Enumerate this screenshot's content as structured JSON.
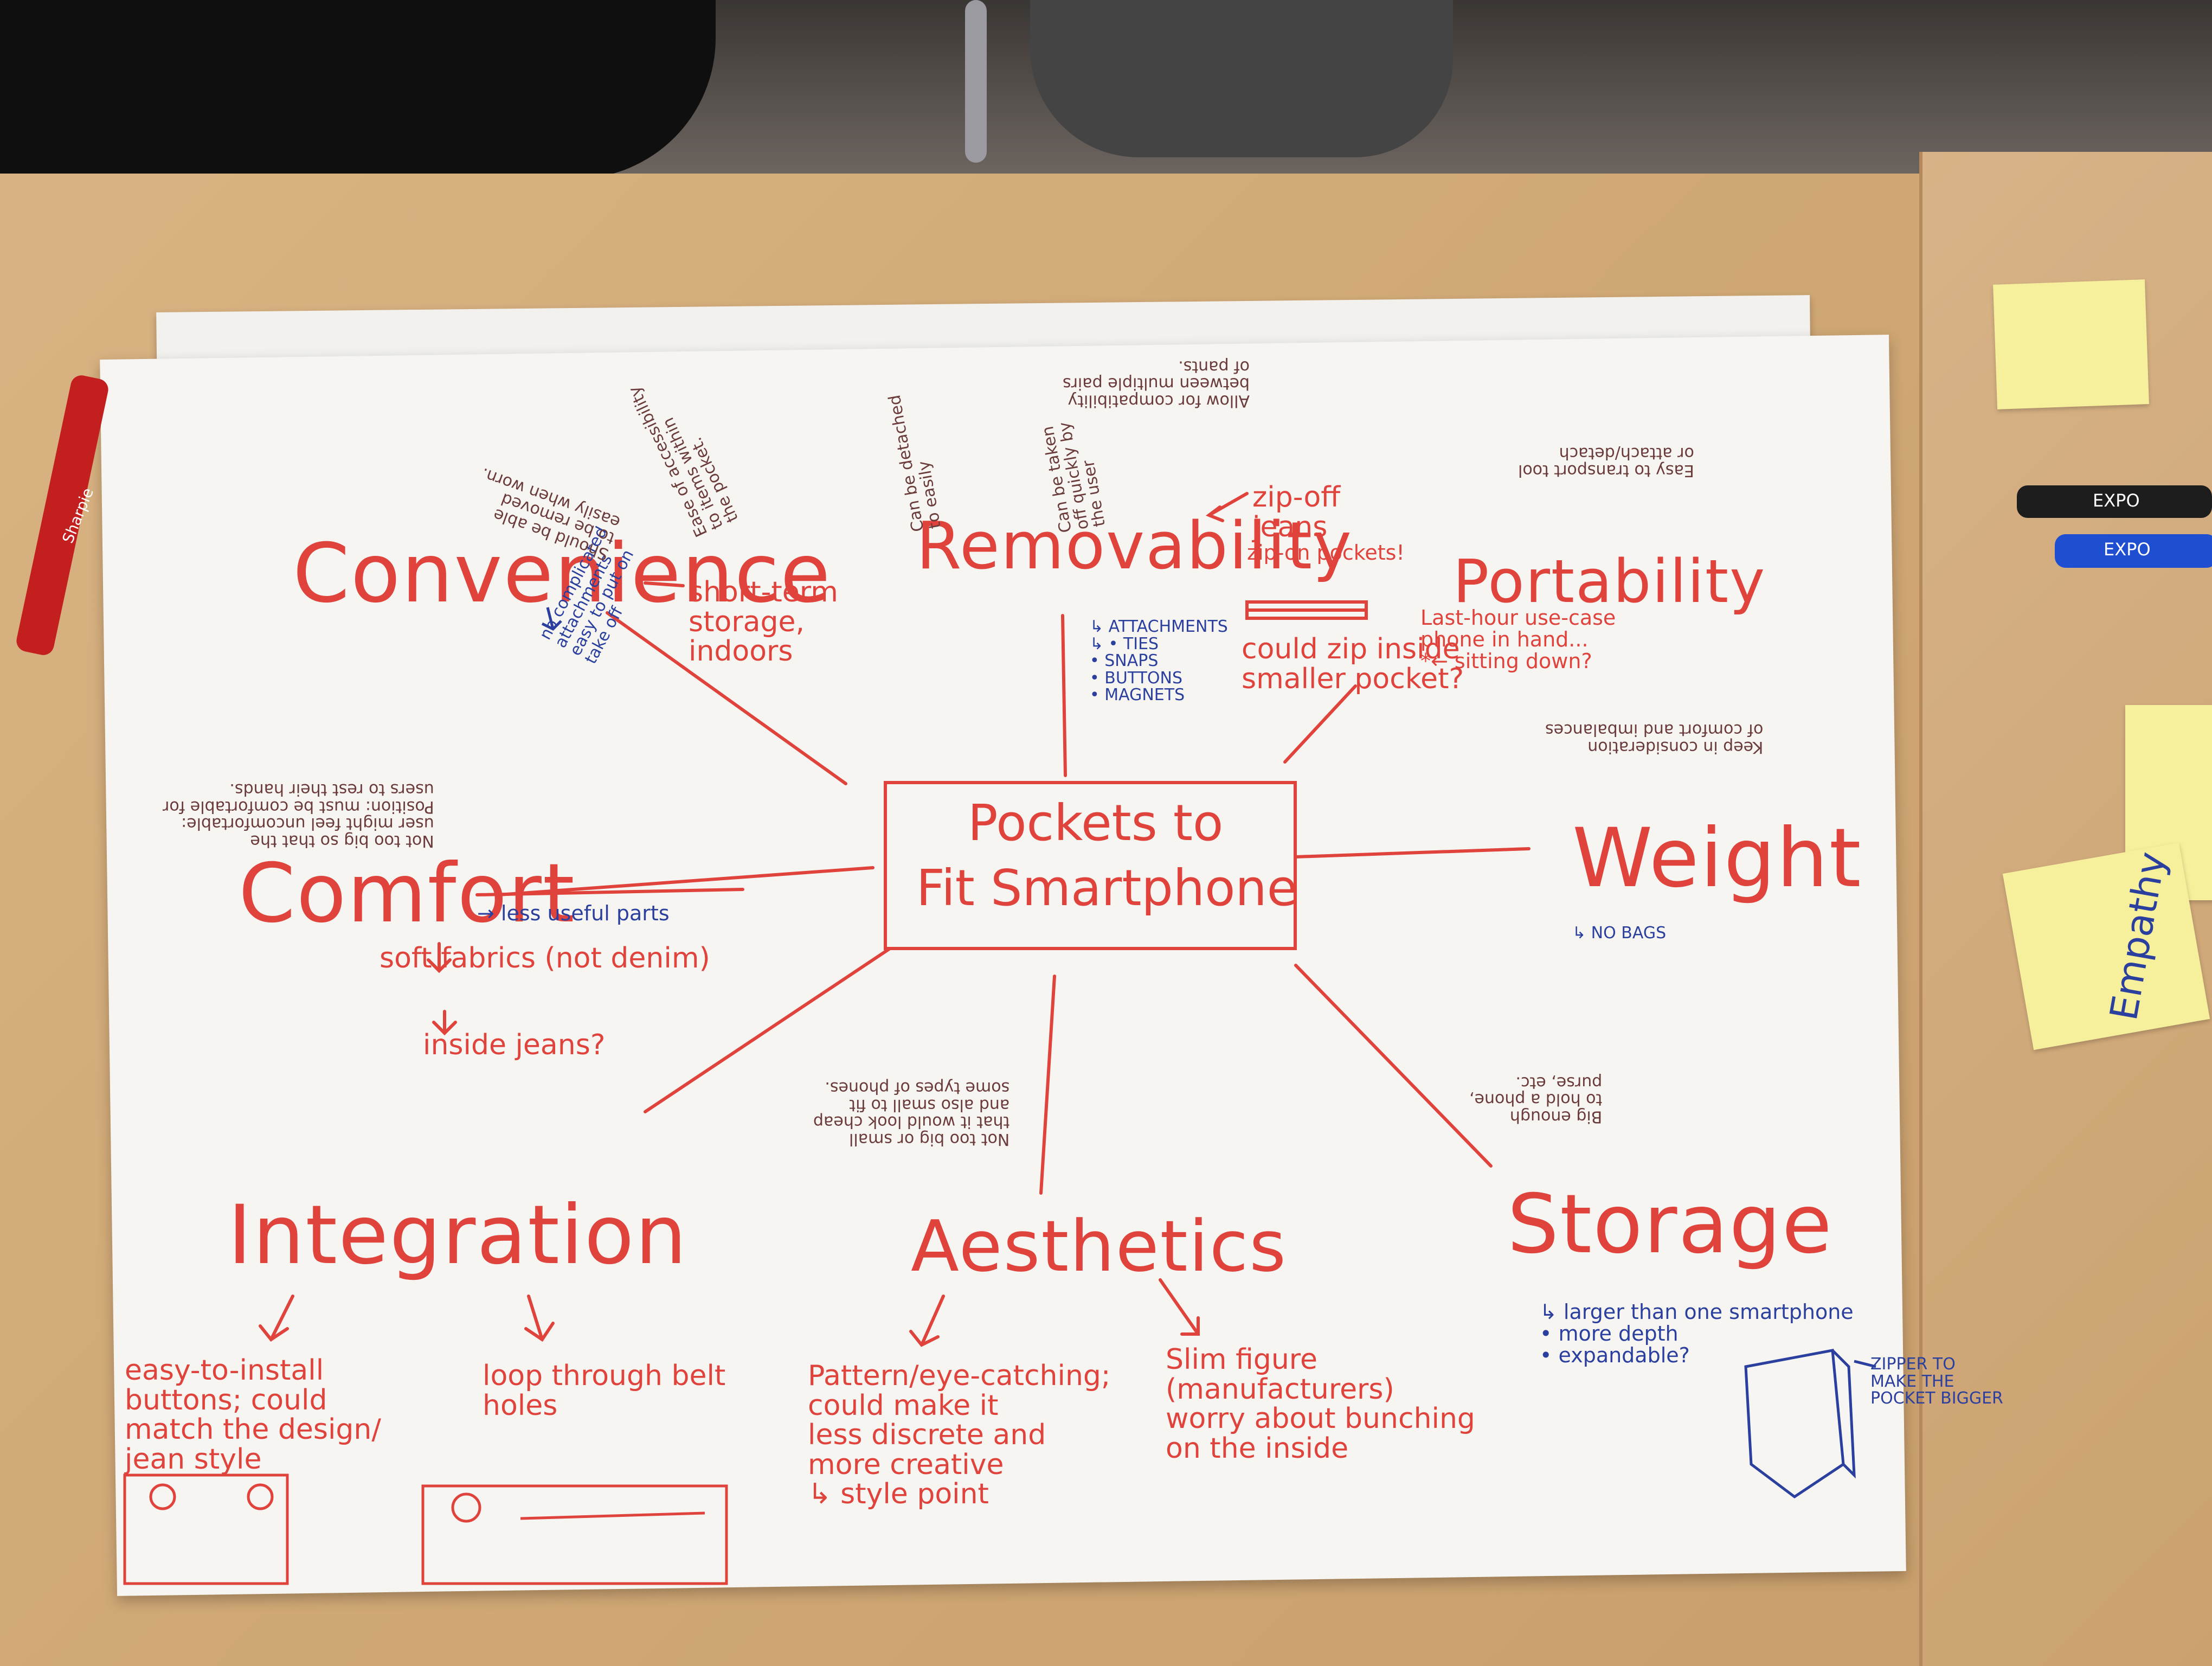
{
  "center": {
    "line1": "Pockets to",
    "line2": "Fit Smartphone"
  },
  "convenience": {
    "title": "Convenience",
    "right_note": "short-term\nstorage,\nindoors",
    "blue_note": "no complicated\nattachments\neasy to put on\ntake off",
    "up_note1": "Ease of accessibility\nto items within\nthe pocket.",
    "up_note2": "Should be able\nto be removed\neasily when worn."
  },
  "removability": {
    "title": "Removability",
    "blue_note": "↳ ATTACHMENTS\n↳ • TIES\n• SNAPS\n• BUTTONS\n• MAGNETS",
    "zip_note": "zip-off\njeans",
    "zip_on": "zip-on pockets!",
    "could_zip": "could zip inside\nsmaller pocket?",
    "up_note1": "Allow for compatibility\nbetween multiple pairs\nof pants.",
    "up_note2": "Can be detached\nto easily",
    "up_note3": "Can be taken\noff quickly by\nthe user"
  },
  "portability": {
    "title": "Portability",
    "note": "Last-hour use-case\nphone in hand...\n*← sitting down?",
    "up_note": "Easy to transport tool\nor attach/detach"
  },
  "comfort": {
    "title": "Comfort",
    "arrow_note": "→ less useful parts",
    "fabric": "soft fabrics (not denim)",
    "inside": "inside jeans?",
    "up_note": "Not too big so that the\nuser might feel uncomfortable:\nPosition: must be comfortable for\nusers to rest their hands."
  },
  "weight": {
    "title": "Weight",
    "blue_note": "↳ NO BAGS",
    "up_note": "Keep in consideration\nof comfort and imbalances"
  },
  "integration": {
    "title": "Integration",
    "note1": "easy-to-install\nbuttons; could\nmatch the design/\njean style",
    "note2": "loop through belt\nholes"
  },
  "aesthetics": {
    "title": "Aesthetics",
    "note1": "Pattern/eye-catching;\ncould make it\nless discrete and\nmore creative\n↳ style point",
    "note2": "Slim figure\n(manufacturers)\nworry about bunching\non the inside",
    "up_note": "Not too big or small\nthat it would look cheap\nand also small to fit\nsome types of phones."
  },
  "storage": {
    "title": "Storage",
    "blue_note": "↳ larger than one smartphone\n• more depth\n• expandable?",
    "zipper_note": "ZIPPER TO\nMAKE THE\nPOCKET BIGGER",
    "up_note": "Big enough\nto hold a phone,\npurse, etc."
  },
  "sticky_note": {
    "label": "Empathy"
  },
  "marker_labels": {
    "sharpie": "Sharpie",
    "expo": "EXPO"
  }
}
